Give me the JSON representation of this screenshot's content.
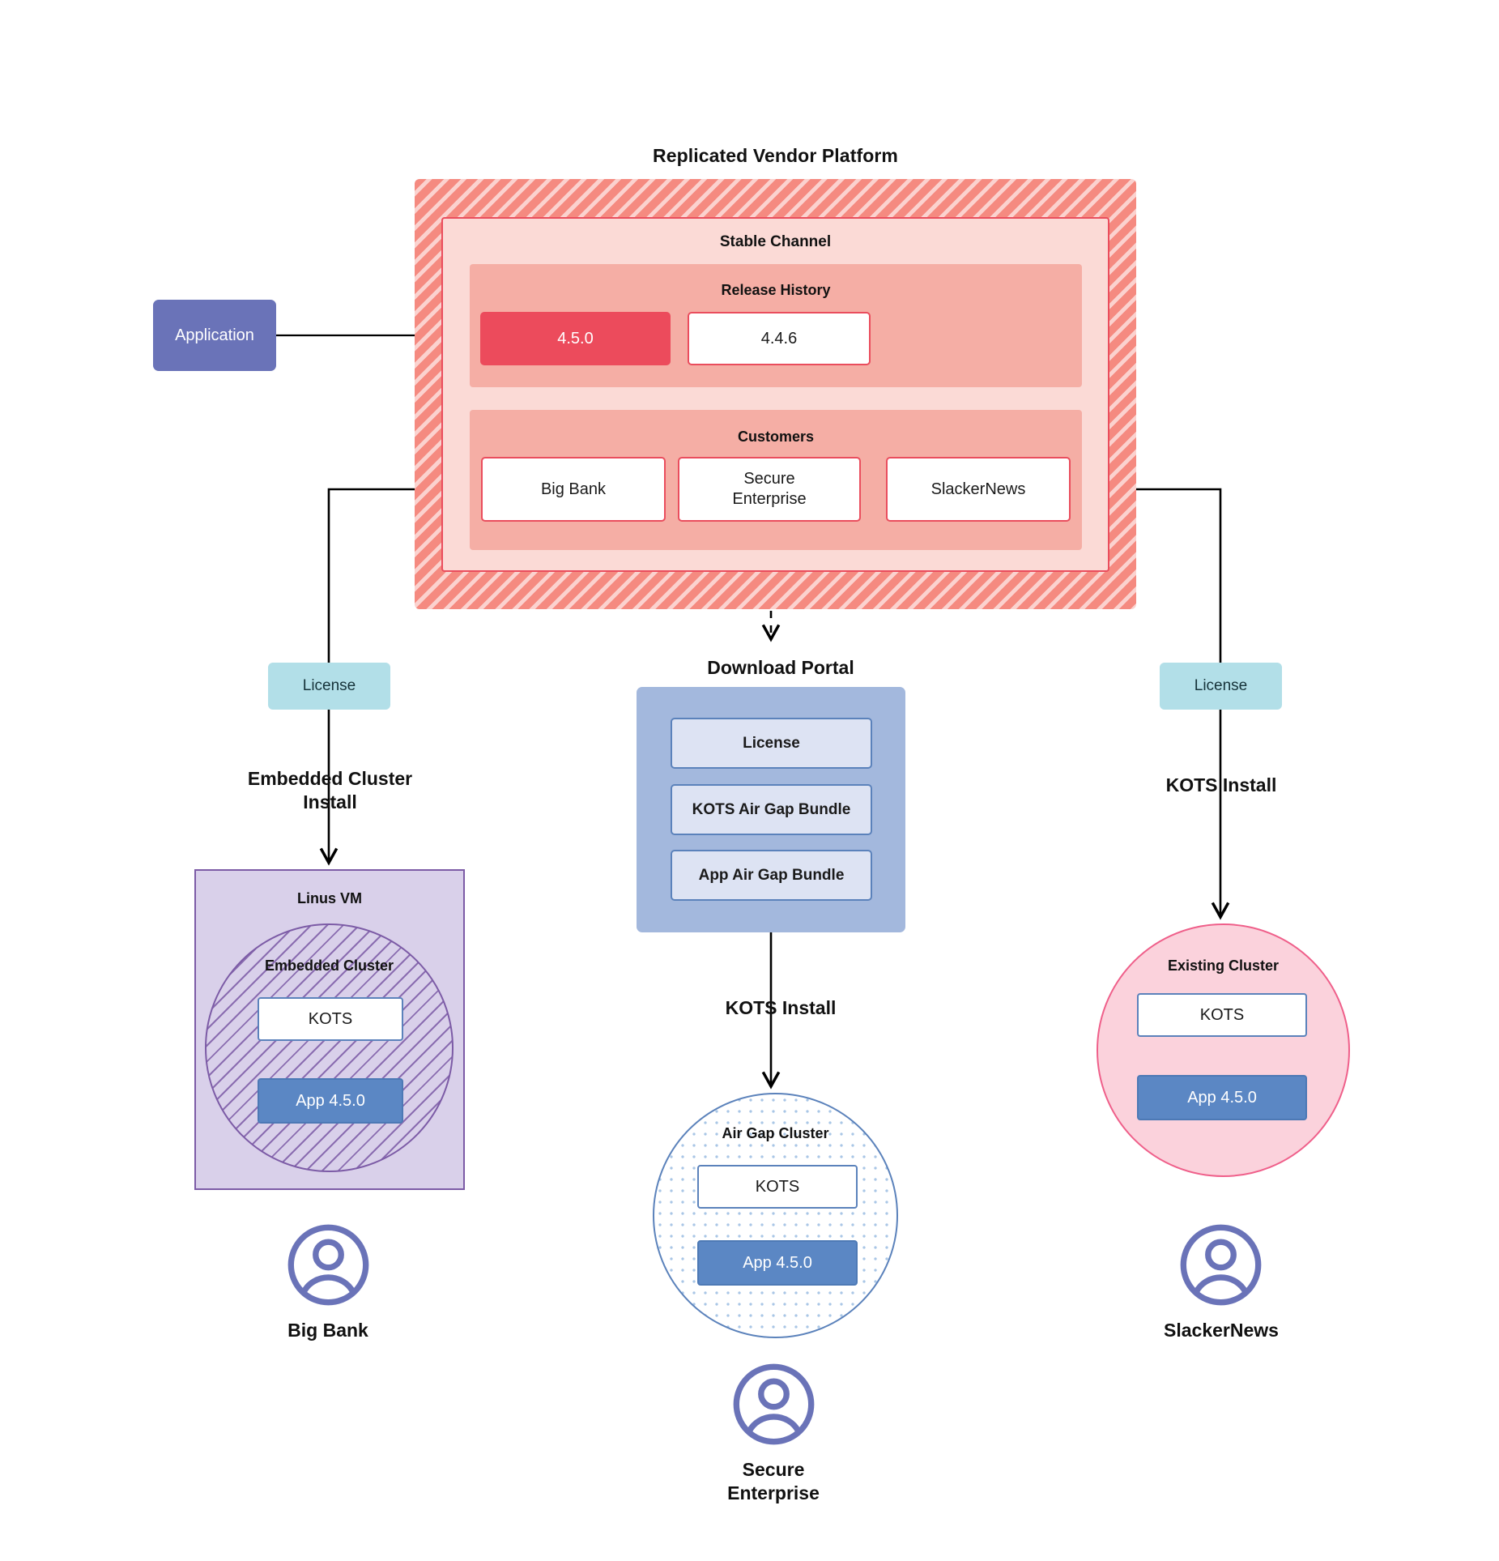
{
  "platform": {
    "title": "Replicated Vendor Platform",
    "channel_title": "Stable Channel",
    "release_history": {
      "title": "Release History",
      "releases": [
        {
          "version": "4.5.0",
          "state": "current"
        },
        {
          "version": "4.4.6",
          "state": "past"
        }
      ]
    },
    "customers": {
      "title": "Customers",
      "items": [
        {
          "name": "Big Bank"
        },
        {
          "name": "Secure\nEnterprise"
        },
        {
          "name": "SlackerNews"
        }
      ]
    }
  },
  "application": {
    "label": "Application"
  },
  "licenses": {
    "left_label": "License",
    "right_label": "License"
  },
  "edges": {
    "embedded_cluster_install": "Embedded Cluster\nInstall",
    "kots_install_right": "KOTS Install",
    "kots_install_middle": "KOTS Install"
  },
  "download_portal": {
    "title": "Download  Portal",
    "items": [
      {
        "label": "License"
      },
      {
        "label": "KOTS Air Gap Bundle"
      },
      {
        "label": "App Air Gap Bundle"
      }
    ]
  },
  "clusters": {
    "linus_vm": {
      "title": "Linus VM",
      "inner_title": "Embedded Cluster",
      "kots": "KOTS",
      "app": "App 4.5.0"
    },
    "air_gap": {
      "title": "Air Gap Cluster",
      "kots": "KOTS",
      "app": "App 4.5.0"
    },
    "existing": {
      "title": "Existing Cluster",
      "kots": "KOTS",
      "app": "App 4.5.0"
    }
  },
  "personas": [
    {
      "name": "Big Bank",
      "icon": "user-avatar-icon"
    },
    {
      "name": "Secure\nEnterprise",
      "icon": "user-avatar-icon"
    },
    {
      "name": "SlackerNews",
      "icon": "user-avatar-icon"
    }
  ],
  "colors": {
    "platform_fill": "#f58a80",
    "channel_fill": "#fbdad6",
    "band_fill": "#f5aea5",
    "release_accent": "#ec4b5c",
    "application_fill": "#6a73b8",
    "license_fill": "#b2dfe8",
    "portal_fill": "#a3b8dd",
    "portal_item_fill": "#dde3f3",
    "vm_fill": "#d9d0ea",
    "vm_stroke": "#7c5ba6",
    "airgap_stroke": "#5b82bb",
    "existing_fill": "#fbd2dc",
    "existing_stroke": "#ef5f8a",
    "app_fill": "#5b87c4",
    "persona_stroke": "#6a73b8"
  }
}
